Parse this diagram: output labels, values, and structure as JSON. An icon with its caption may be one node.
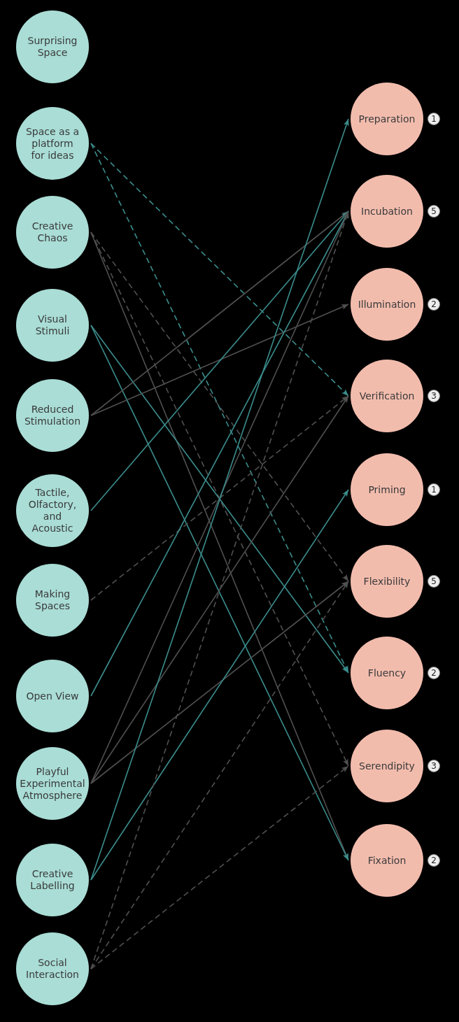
{
  "diagram": {
    "nodes": [
      {
        "text": [
          "Surprising Space"
        ]
      },
      {
        "text": [
          "Space as a platform for ideas"
        ]
      },
      {
        "text": [
          "Creative Chaos"
        ]
      },
      {
        "text": [
          "Visual Stimuli"
        ]
      },
      {
        "text": [
          "Reduced Stimulation"
        ]
      },
      {
        "text": [
          "Tactile, Olfactory, and Acoustic"
        ]
      },
      {
        "text": [
          "Making Spaces"
        ]
      },
      {
        "text": [
          "Open View"
        ]
      },
      {
        "text": [
          "Playful Experimental Atmosphere"
        ]
      },
      {
        "text": [
          "Creative Labelling"
        ]
      },
      {
        "text": [
          "Social Interaction"
        ]
      },
      {
        "text": [
          "Preparation"
        ],
        "beside": [
          "1"
        ]
      },
      {
        "text": [
          "Incubation"
        ],
        "beside": [
          "5"
        ]
      },
      {
        "text": [
          "Illumination"
        ],
        "beside": [
          "2"
        ]
      },
      {
        "text": [
          "Verification"
        ],
        "beside": [
          "3"
        ]
      },
      {
        "text": [
          "Priming"
        ],
        "beside": [
          "1"
        ]
      },
      {
        "text": [
          "Flexibility"
        ],
        "beside": [
          "5"
        ]
      },
      {
        "text": [
          "Fluency"
        ],
        "beside": [
          "2"
        ]
      },
      {
        "text": [
          "Serendipity"
        ],
        "beside": [
          "3"
        ]
      },
      {
        "text": [
          "Fixation"
        ],
        "beside": [
          "2"
        ]
      }
    ],
    "edges": [
      {
        "from": 1,
        "to": 14,
        "arrow": "to",
        "style": "dashed",
        "color": "#3c8d8d"
      },
      {
        "from": 1,
        "to": 17,
        "arrow": "to",
        "style": "dashed",
        "color": "#3c8d8d"
      },
      {
        "from": 2,
        "to": 16,
        "arrow": "to",
        "style": "dashed"
      },
      {
        "from": 2,
        "to": 18,
        "arrow": "to",
        "style": "dashed"
      },
      {
        "from": 2,
        "to": 19,
        "arrow": "to"
      },
      {
        "from": 3,
        "to": 17,
        "arrow": "to",
        "color": "#3c8d8d"
      },
      {
        "from": 3,
        "to": 19,
        "arrow": "to",
        "color": "#3c8d8d"
      },
      {
        "from": 4,
        "to": 12,
        "arrow": "to"
      },
      {
        "from": 4,
        "to": 13,
        "arrow": "to"
      },
      {
        "from": 5,
        "to": 12,
        "arrow": "to",
        "color": "#3c8d8d"
      },
      {
        "from": 6,
        "to": 14,
        "arrow": "to",
        "style": "dashed"
      },
      {
        "from": 7,
        "to": 12,
        "arrow": "to",
        "color": "#3c8d8d"
      },
      {
        "from": 8,
        "to": 12,
        "arrow": "to"
      },
      {
        "from": 8,
        "to": 14,
        "arrow": "to"
      },
      {
        "from": 8,
        "to": 16,
        "arrow": "to"
      },
      {
        "from": 9,
        "to": 11,
        "arrow": "to",
        "color": "#3c8d8d"
      },
      {
        "from": 9,
        "to": 15,
        "arrow": "to",
        "color": "#3c8d8d"
      },
      {
        "from": 10,
        "to": 12,
        "arrow": "to",
        "style": "dashed"
      },
      {
        "from": 10,
        "to": 16,
        "arrow": "to",
        "style": "dashed"
      },
      {
        "from": 10,
        "to": 18,
        "arrow": "to",
        "style": "dashed"
      }
    ]
  }
}
